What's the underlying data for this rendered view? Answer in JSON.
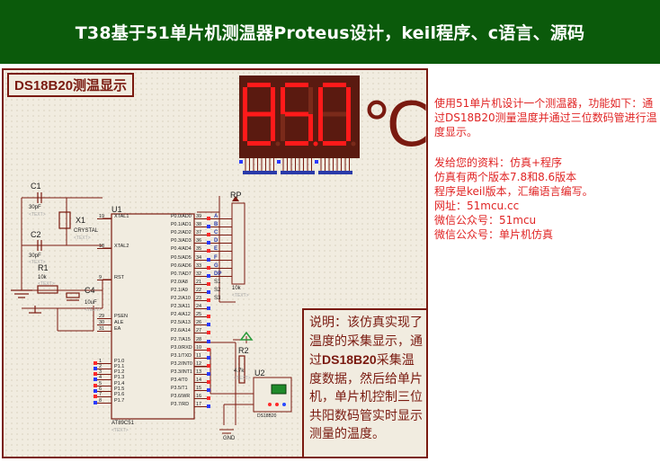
{
  "header": {
    "title": "T38基于51单片机测温器Proteus设计，keil程序、c语言、源码"
  },
  "schematic": {
    "title": "DS18B20测温显示",
    "display_digits": [
      "8",
      "5",
      "0"
    ],
    "display_unit": "℃",
    "components": {
      "c1": "C1",
      "c1_val": "30pF",
      "c2": "C2",
      "c2_val": "30pF",
      "x1": "X1",
      "x1_val": "CRYSTAL",
      "r1": "R1",
      "r1_val": "10k",
      "c4": "C4",
      "c4_val": "10uF",
      "u1": "U1",
      "u1_part": "AT89C51",
      "rp": "RP",
      "rp_val": "10k",
      "r2": "R2",
      "r2_val": "4.7k",
      "u2": "U2",
      "u2_part": "DS18B20",
      "gnd": "GND",
      "text_placeholder": "<TEXT>"
    },
    "mcu_left_pins": [
      {
        "num": "19",
        "name": "XTAL1"
      },
      {
        "num": "18",
        "name": "XTAL2"
      },
      {
        "num": "9",
        "name": "RST"
      },
      {
        "num": "29",
        "name": "PSEN"
      },
      {
        "num": "30",
        "name": "ALE"
      },
      {
        "num": "31",
        "name": "EA"
      },
      {
        "num": "1",
        "name": "P1.0"
      },
      {
        "num": "2",
        "name": "P1.1"
      },
      {
        "num": "3",
        "name": "P1.2"
      },
      {
        "num": "4",
        "name": "P1.3"
      },
      {
        "num": "5",
        "name": "P1.4"
      },
      {
        "num": "6",
        "name": "P1.5"
      },
      {
        "num": "7",
        "name": "P1.6"
      },
      {
        "num": "8",
        "name": "P1.7"
      }
    ],
    "mcu_right_pins": [
      {
        "num": "39",
        "name": "P0.0/AD0"
      },
      {
        "num": "38",
        "name": "P0.1/AD1"
      },
      {
        "num": "37",
        "name": "P0.2/AD2"
      },
      {
        "num": "36",
        "name": "P0.3/AD3"
      },
      {
        "num": "35",
        "name": "P0.4/AD4"
      },
      {
        "num": "34",
        "name": "P0.5/AD5"
      },
      {
        "num": "33",
        "name": "P0.6/AD6"
      },
      {
        "num": "32",
        "name": "P0.7/AD7"
      },
      {
        "num": "21",
        "name": "P2.0/A8"
      },
      {
        "num": "22",
        "name": "P2.1/A9"
      },
      {
        "num": "23",
        "name": "P2.2/A10"
      },
      {
        "num": "24",
        "name": "P2.3/A11"
      },
      {
        "num": "25",
        "name": "P2.4/A12"
      },
      {
        "num": "26",
        "name": "P2.5/A13"
      },
      {
        "num": "27",
        "name": "P2.6/A14"
      },
      {
        "num": "28",
        "name": "P2.7/A15"
      },
      {
        "num": "10",
        "name": "P3.0/RXD"
      },
      {
        "num": "11",
        "name": "P3.1/TXD"
      },
      {
        "num": "12",
        "name": "P3.2/INT0"
      },
      {
        "num": "13",
        "name": "P3.3/INT1"
      },
      {
        "num": "14",
        "name": "P3.4/T0"
      },
      {
        "num": "15",
        "name": "P3.5/T1"
      },
      {
        "num": "16",
        "name": "P3.6/WR"
      },
      {
        "num": "17",
        "name": "P3.7/RD"
      }
    ],
    "bus_labels": [
      "A",
      "B",
      "C",
      "D",
      "E",
      "F",
      "G",
      "DP"
    ],
    "digit_select_labels": [
      "S1",
      "S2",
      "S3"
    ],
    "note": {
      "part1": "说明：该仿真实现了温度的采集显示，通过",
      "bold": "DS18B20",
      "part2": "采集温度数据，然后给单片机，单片机控制三位共阳数码管实时显示测量的温度。"
    }
  },
  "info": {
    "intro": "使用51单片机设计一个测温器，功能如下：通过DS18B20测量温度并通过三位数码管进行温度显示。",
    "lines": [
      "发给您的资料：仿真+程序",
      "仿真有两个版本7.8和8.6版本",
      "程序是keil版本，汇编语言编写。",
      "网址：51mcu.cc",
      "微信公众号：51mcu",
      "微信公众号：单片机仿真"
    ]
  },
  "colors": {
    "title_bg": "#0b5a0b",
    "schematic_border": "#7a1a10",
    "segment_on": "#ff1a1a",
    "info_text": "#e02424"
  }
}
